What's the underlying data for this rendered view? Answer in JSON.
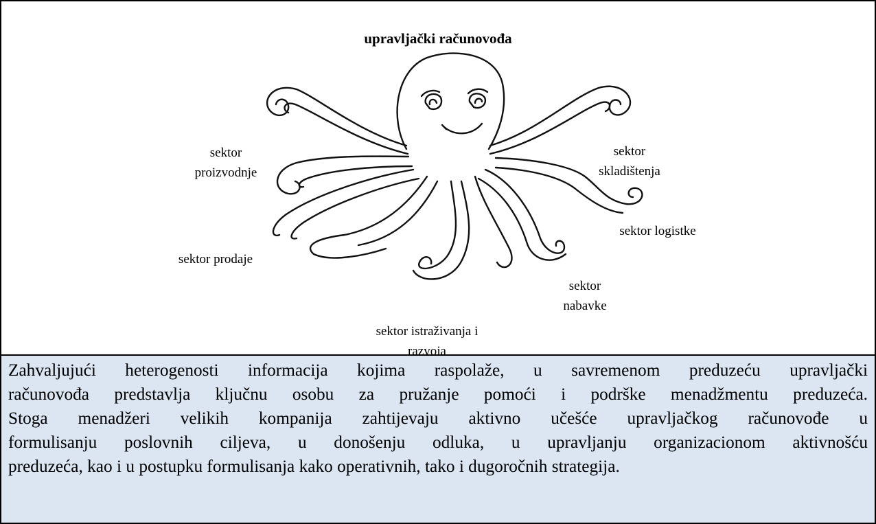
{
  "diagram": {
    "title": "upravljački računovođa",
    "labels": {
      "production": [
        "sektor",
        "proizvodnje"
      ],
      "warehousing": [
        "sektor",
        "skladištenja"
      ],
      "logistics": "sektor logistke",
      "sales": "sektor prodaje",
      "procurement": [
        "sektor",
        "nabavke"
      ],
      "research": [
        "sektor istraživanja i",
        "razvoja"
      ]
    }
  },
  "paragraph": {
    "lines": [
      "Zahvaljujući heterogenosti informacija kojima raspolaže, u savremenom preduzeću upravljački",
      "računovođa predstavlja ključnu osobu za pružanje pomoći i podrške menadžmentu preduzeća.",
      "Stoga menadžeri velikih kompanija zahtijevaju aktivno učešće upravljačkog računovođe u",
      "formulisanju poslovnih ciljeva, u donošenju odluka, u upravljanju organizacionom aktivnošću",
      "preduzeća, kao i u postupku formulisanja kako operativnih, tako i dugoročnih strategija."
    ]
  },
  "colors": {
    "text_box_background": "#dce6f2",
    "border": "#000000"
  }
}
